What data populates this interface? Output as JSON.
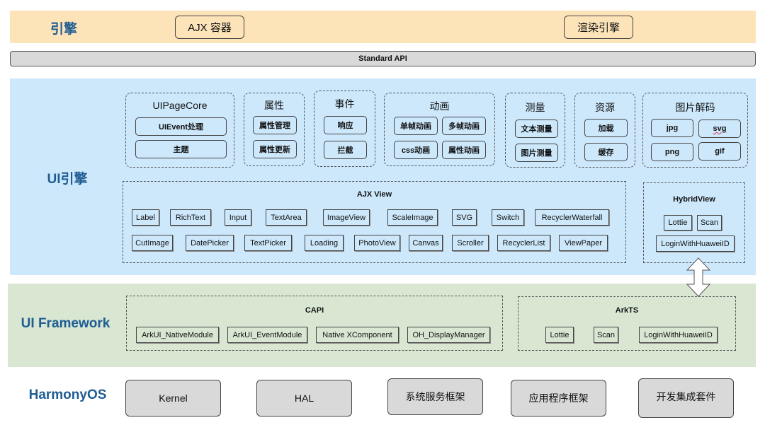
{
  "engine_layer": {
    "title": "引擎",
    "boxes": [
      "AJX 容器",
      "渲染引擎"
    ]
  },
  "standard_api": "Standard API",
  "ui_engine_layer": {
    "title": "UI引擎",
    "groups": [
      {
        "title": "UIPageCore",
        "items": [
          "UIEvent处理",
          "主题"
        ]
      },
      {
        "title": "属性",
        "items": [
          "属性管理",
          "属性更新"
        ]
      },
      {
        "title": "事件",
        "items": [
          "响应",
          "拦截"
        ]
      },
      {
        "title": "动画",
        "items": [
          "单帧动画",
          "多帧动画",
          "css动画",
          "属性动画"
        ]
      },
      {
        "title": "测量",
        "items": [
          "文本测量",
          "图片测量"
        ]
      },
      {
        "title": "资源",
        "items": [
          "加载",
          "缓存"
        ]
      },
      {
        "title": "图片解码",
        "items": [
          "jpg",
          "svg",
          "png",
          "gif"
        ]
      }
    ],
    "ajx_view": {
      "title": "AJX View",
      "row1": [
        "Label",
        "RichText",
        "Input",
        "TextArea",
        "ImageView",
        "ScaleImage",
        "SVG",
        "Switch",
        "RecyclerWaterfall"
      ],
      "row2": [
        "CutImage",
        "DatePicker",
        "TextPicker",
        "Loading",
        "PhotoView",
        "Canvas",
        "Scroller",
        "RecyclerList",
        "ViewPaper"
      ]
    },
    "hybrid_view": {
      "title": "HybridView",
      "items": [
        "Lottie",
        "Scan",
        "LoginWithHuaweiID"
      ]
    }
  },
  "ui_framework_layer": {
    "title": "UI Framework",
    "capi": {
      "title": "CAPI",
      "items": [
        "ArkUI_NativeModule",
        "ArkUI_EventModule",
        "Native XComponent",
        "OH_DisplayManager"
      ]
    },
    "arkts": {
      "title": "ArkTS",
      "items": [
        "Lottie",
        "Scan",
        "LoginWithHuaweiID"
      ]
    }
  },
  "harmonyos_layer": {
    "title": "HarmonyOS",
    "boxes": [
      "Kernel",
      "HAL",
      "系统服务框架",
      "应用程序框架",
      "开发集成套件"
    ]
  },
  "colors": {
    "title_blue": "#1f5d93",
    "engine_band": "#fde3b8",
    "ui_band": "#cde8fb",
    "framework_band": "#d8e6d2",
    "gray_box": "#d9d9d9"
  }
}
